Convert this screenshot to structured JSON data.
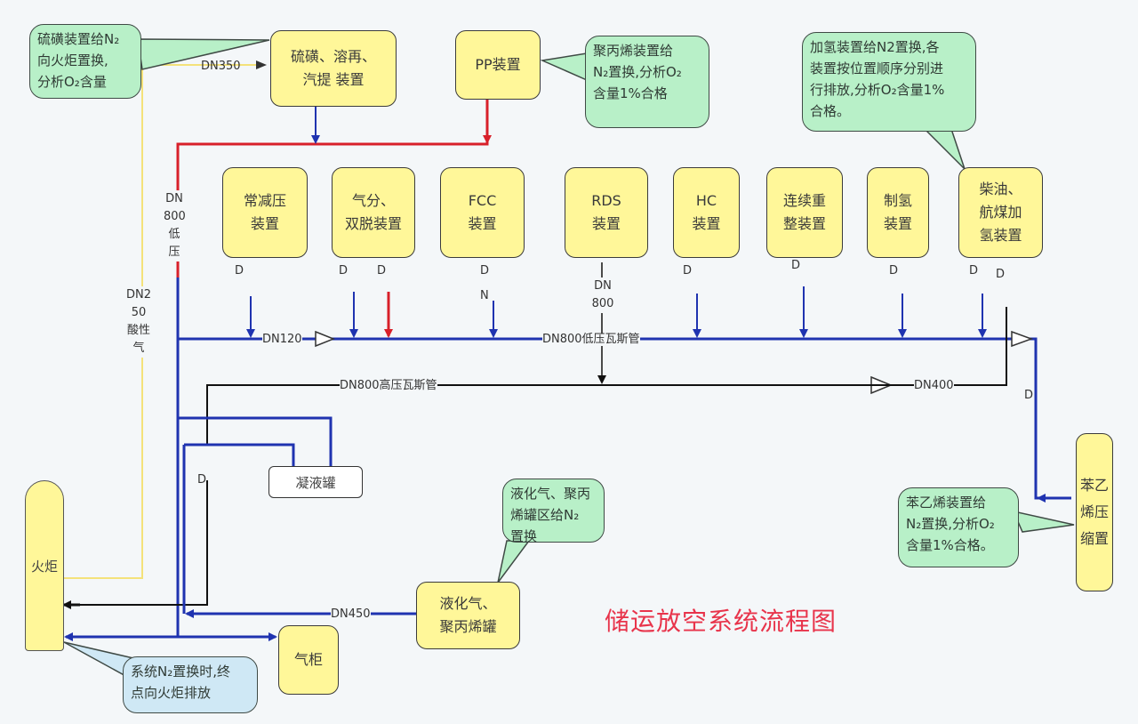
{
  "title": "储运放空系统流程图",
  "units": {
    "desulfur": "硫磺、溶再、\n汽提 装置",
    "pp": "PP装置",
    "atm": "常减压\n装置",
    "gas_sep": "气分、\n双脱装置",
    "fcc": "FCC\n装置",
    "rds": "RDS\n装置",
    "hc": "HC\n装置",
    "reform": "连续重\n整装置",
    "hydrogen": "制氢\n装置",
    "diesel": "柴油、\n航煤加\n氢装置",
    "benzene": "苯乙\n烯压\n缩置",
    "lpg_tank": "液化气、\n聚丙烯罐",
    "gasholder": "气柜"
  },
  "callouts": {
    "c1": "硫磺装置给N₂\n向火炬置换,\n分析O₂含量",
    "c2": "聚丙烯装置给\nN₂置换,分析O₂\n含量1%合格",
    "c3": "加氢装置给N2置换,各\n装置按位置顺序分别进\n行排放,分析O₂含量1%\n合格。",
    "c4": "苯乙烯装置给\nN₂置换,分析O₂\n含量1%合格。",
    "c5": "液化气、聚丙\n烯罐区给N₂\n置换",
    "c6": "系统N₂置换时,终\n点向火炬排放"
  },
  "tank_knock": "凝液罐",
  "flare": "火炬",
  "labels": {
    "dn350": "DN350",
    "dn120": "DN120",
    "dn800_low": "DN800低压瓦斯管",
    "dn800_high": "DN800高压瓦斯管",
    "dn400": "DN400",
    "dn450": "DN450",
    "dn800_v": "DN\n800\n低\n压",
    "dn250": "DN2\n50\n酸性\n气",
    "rds_dn": "DN\n800",
    "d": "D",
    "n": "N"
  },
  "colors": {
    "blue": "#1f33b0",
    "red": "#d8202a",
    "black": "#111111",
    "yellow_line": "#f4e27a"
  }
}
